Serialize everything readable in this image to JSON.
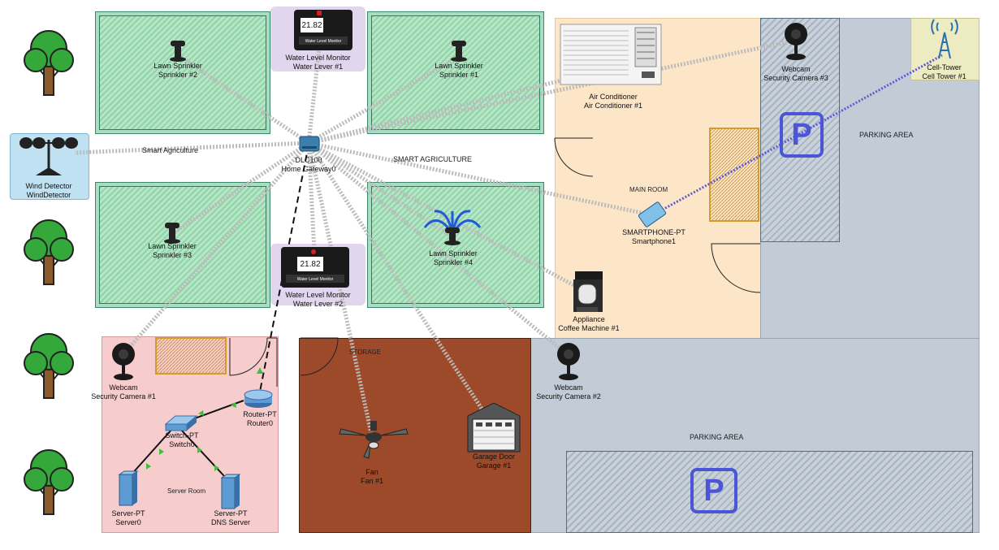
{
  "areas": {
    "smart_agriculture_left": "Smart Agriculture",
    "smart_agriculture_right": "SMART AGRICULTURE",
    "main_room": "MAIN ROOM",
    "storage": "STORAGE",
    "server_room": "Server Room",
    "parking_top": "PARKING AREA",
    "parking_bottom": "PARKING AREA"
  },
  "devices": {
    "sprinkler2": {
      "type": "Lawn Sprinkler",
      "name": "Sprinkler #2"
    },
    "sprinkler1": {
      "type": "Lawn Sprinkler",
      "name": "Sprinkler #1"
    },
    "sprinkler3": {
      "type": "Lawn Sprinkler",
      "name": "Sprinkler #3"
    },
    "sprinkler4": {
      "type": "Lawn Sprinkler",
      "name": "Sprinkler #4"
    },
    "wlm1": {
      "type": "Water Level Monitor",
      "name": "Water Lever #1",
      "reading": "21.82",
      "caption": "Water Level Monitor"
    },
    "wlm2": {
      "type": "Water Level Monitor",
      "name": "Water Lever #2",
      "reading": "21.82",
      "caption": "Water Level Monitor"
    },
    "gateway": {
      "type": "DLC100",
      "name": "Home Gateway0"
    },
    "wind": {
      "type": "Wind Detector",
      "name": "WindDetector"
    },
    "ac": {
      "type": "Air Conditioner",
      "name": "Air Conditioner #1"
    },
    "cam3": {
      "type": "Webcam",
      "name": "Security Camera #3"
    },
    "tower": {
      "type": "Cell-Tower",
      "name": "Cell Tower #1"
    },
    "phone": {
      "type": "SMARTPHONE-PT",
      "name": "Smartphone1"
    },
    "coffee": {
      "type": "Appliance",
      "name": "Coffee Machine #1"
    },
    "cam2": {
      "type": "Webcam",
      "name": "Security Camera #2"
    },
    "cam1": {
      "type": "Webcam",
      "name": "Security Camera #1"
    },
    "router": {
      "type": "Router-PT",
      "name": "Router0"
    },
    "switch": {
      "type": "Switch-PT",
      "name": "Switch0"
    },
    "server0": {
      "type": "Server-PT",
      "name": "Server0"
    },
    "dns": {
      "type": "Server-PT",
      "name": "DNS Server"
    },
    "fan": {
      "type": "Fan",
      "name": "Fan #1"
    },
    "garage": {
      "type": "Garage Door",
      "name": "Garage #1"
    }
  },
  "parking_signs": [
    "P",
    "P"
  ],
  "colors": {
    "field": "#a9dcc3",
    "main_room": "#fde6c8",
    "storage": "#9c4a2a",
    "server_room": "#f7cccd",
    "parking": "#c3ccd6",
    "wireless_link": "#bbbbbb",
    "cellular_link": "#5a5ad8",
    "ethernet_link": "#222222",
    "parking_sign": "#4a55d8"
  }
}
